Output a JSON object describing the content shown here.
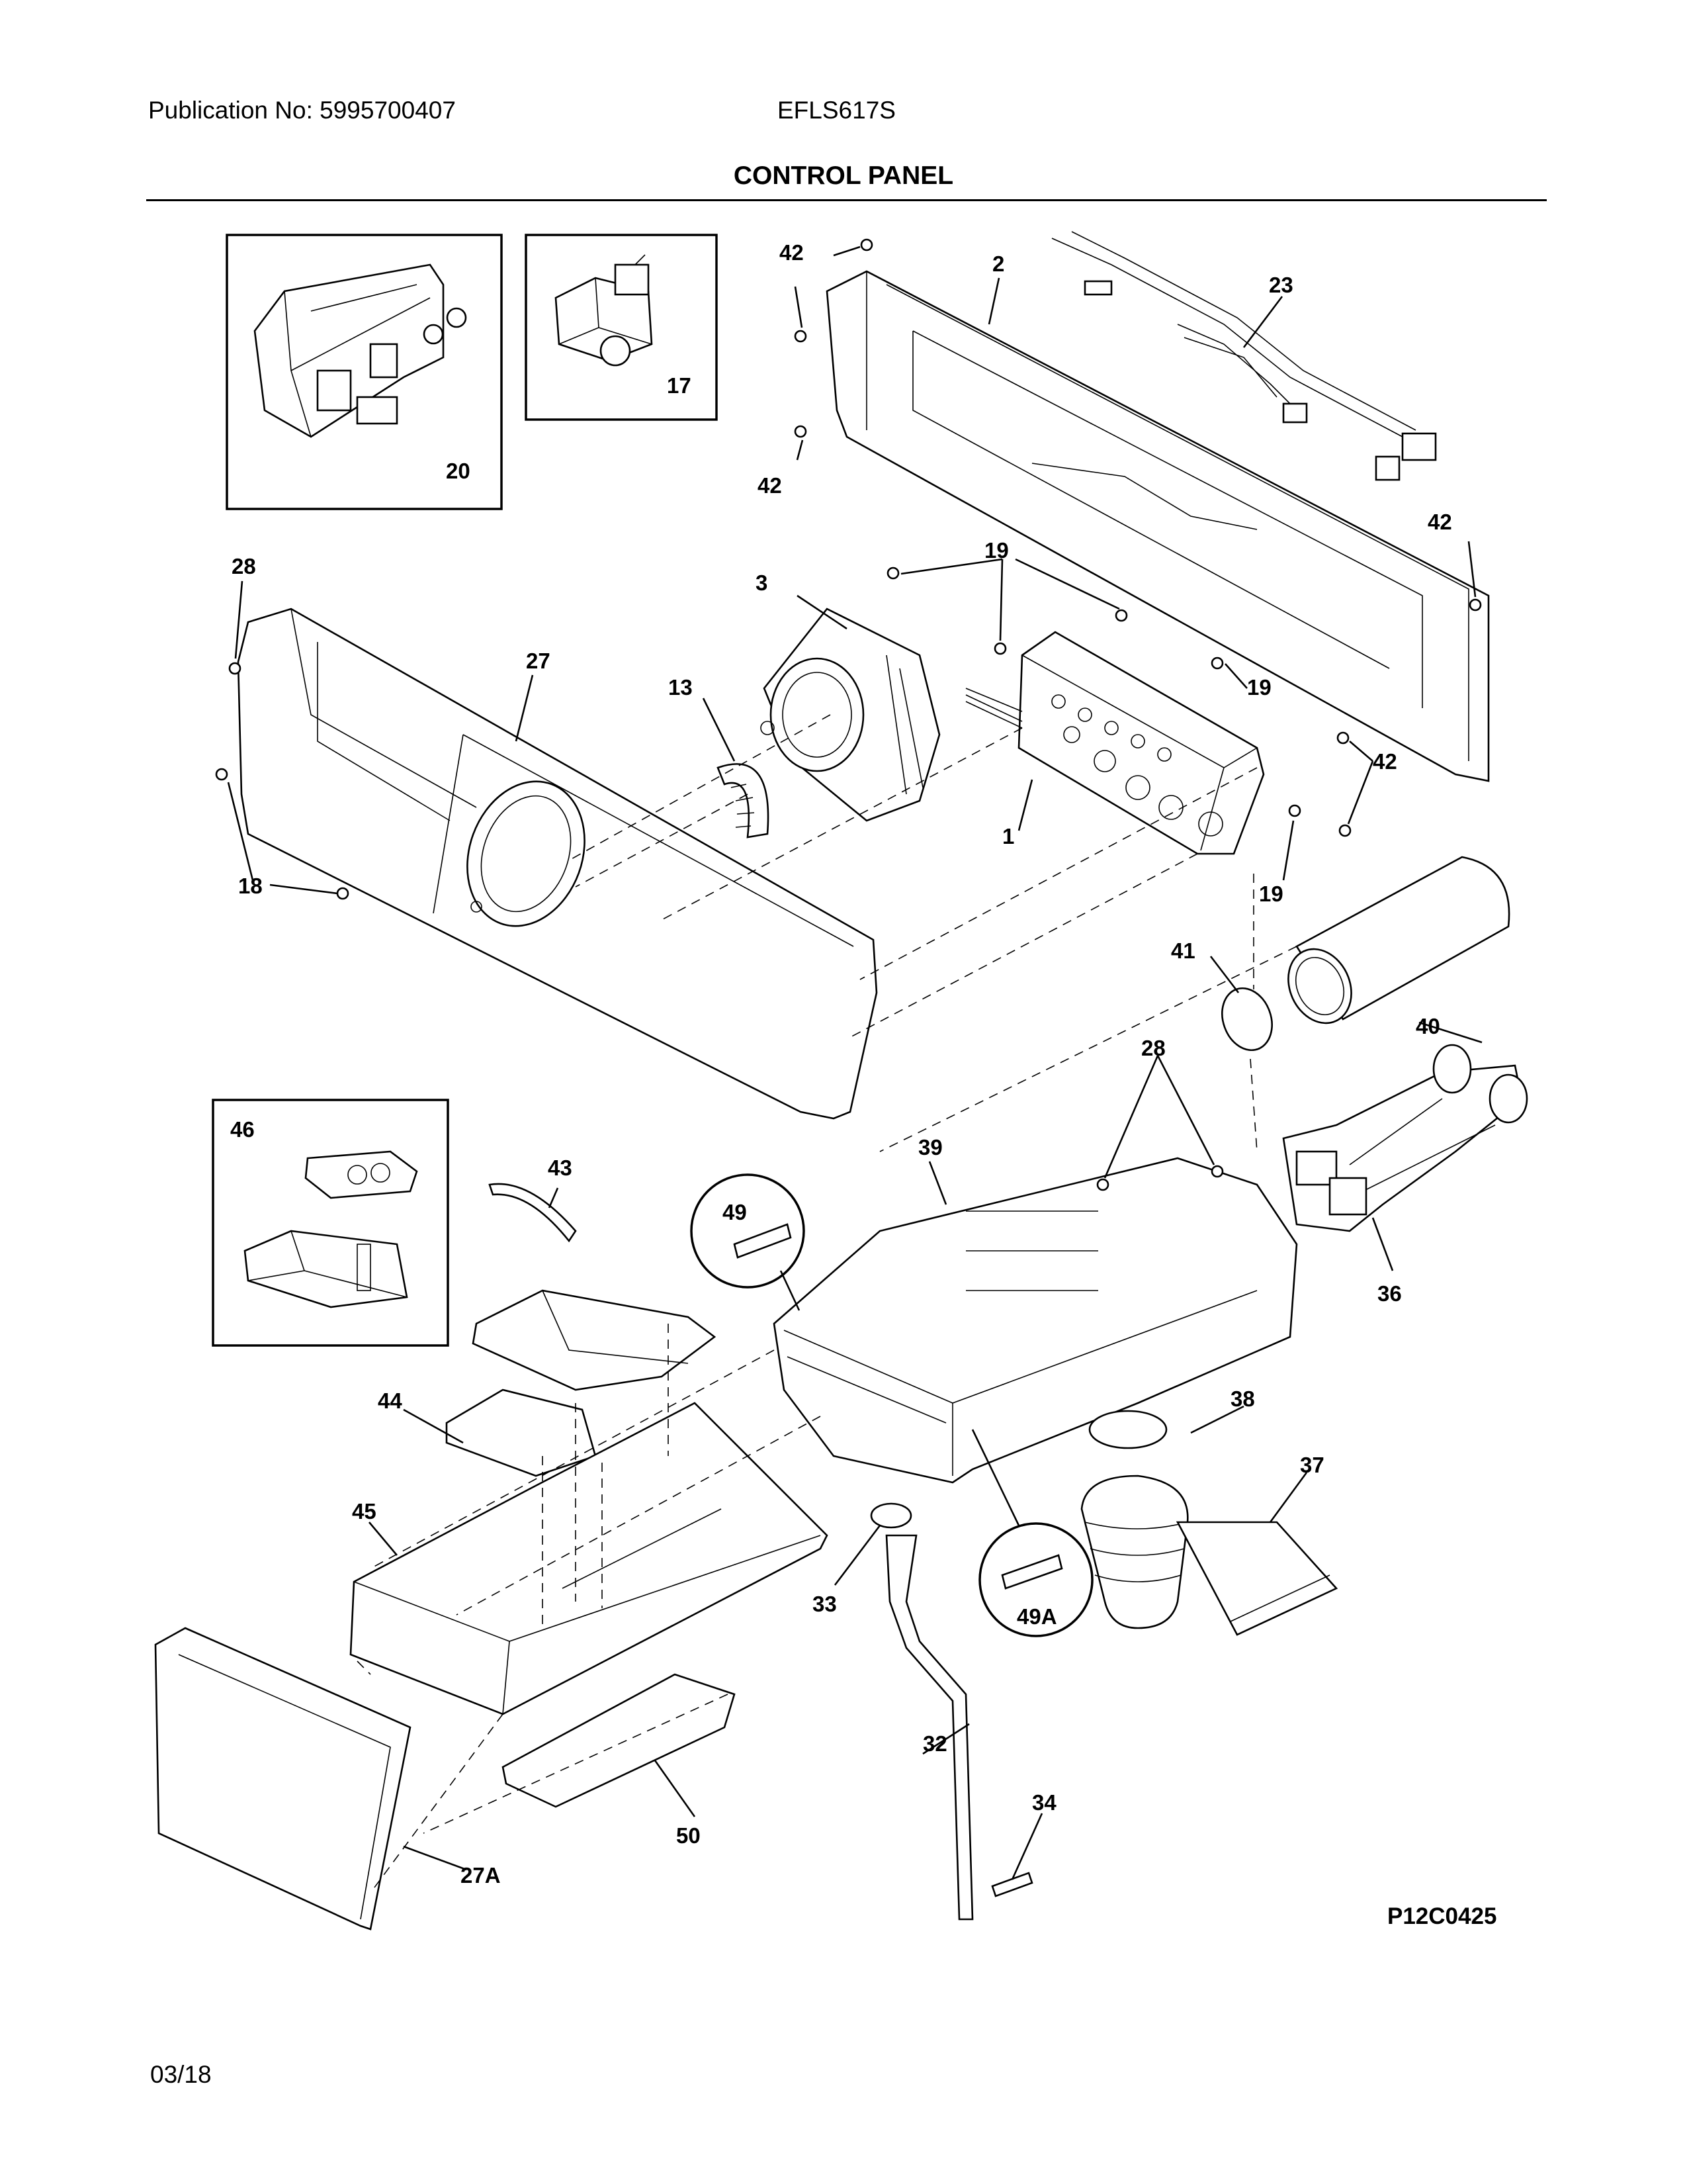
{
  "header": {
    "publication": "Publication No: 5995700407",
    "model": "EFLS617S",
    "title": "CONTROL PANEL"
  },
  "footer": {
    "date": "03/18",
    "figure_code": "P12C0425"
  },
  "labels": {
    "l1": "1",
    "l2": "2",
    "l3": "3",
    "l13": "13",
    "l17": "17",
    "l18": "18",
    "l19a": "19",
    "l19b": "19",
    "l19c": "19",
    "l20": "20",
    "l23": "23",
    "l27": "27",
    "l27a": "27A",
    "l28a": "28",
    "l28b": "28",
    "l32": "32",
    "l33": "33",
    "l34": "34",
    "l36": "36",
    "l37": "37",
    "l38": "38",
    "l39": "39",
    "l40": "40",
    "l41": "41",
    "l42a": "42",
    "l42b": "42",
    "l42c": "42",
    "l42d": "42",
    "l43": "43",
    "l44": "44",
    "l45": "45",
    "l46": "46",
    "l49": "49",
    "l49a": "49A",
    "l50": "50"
  }
}
